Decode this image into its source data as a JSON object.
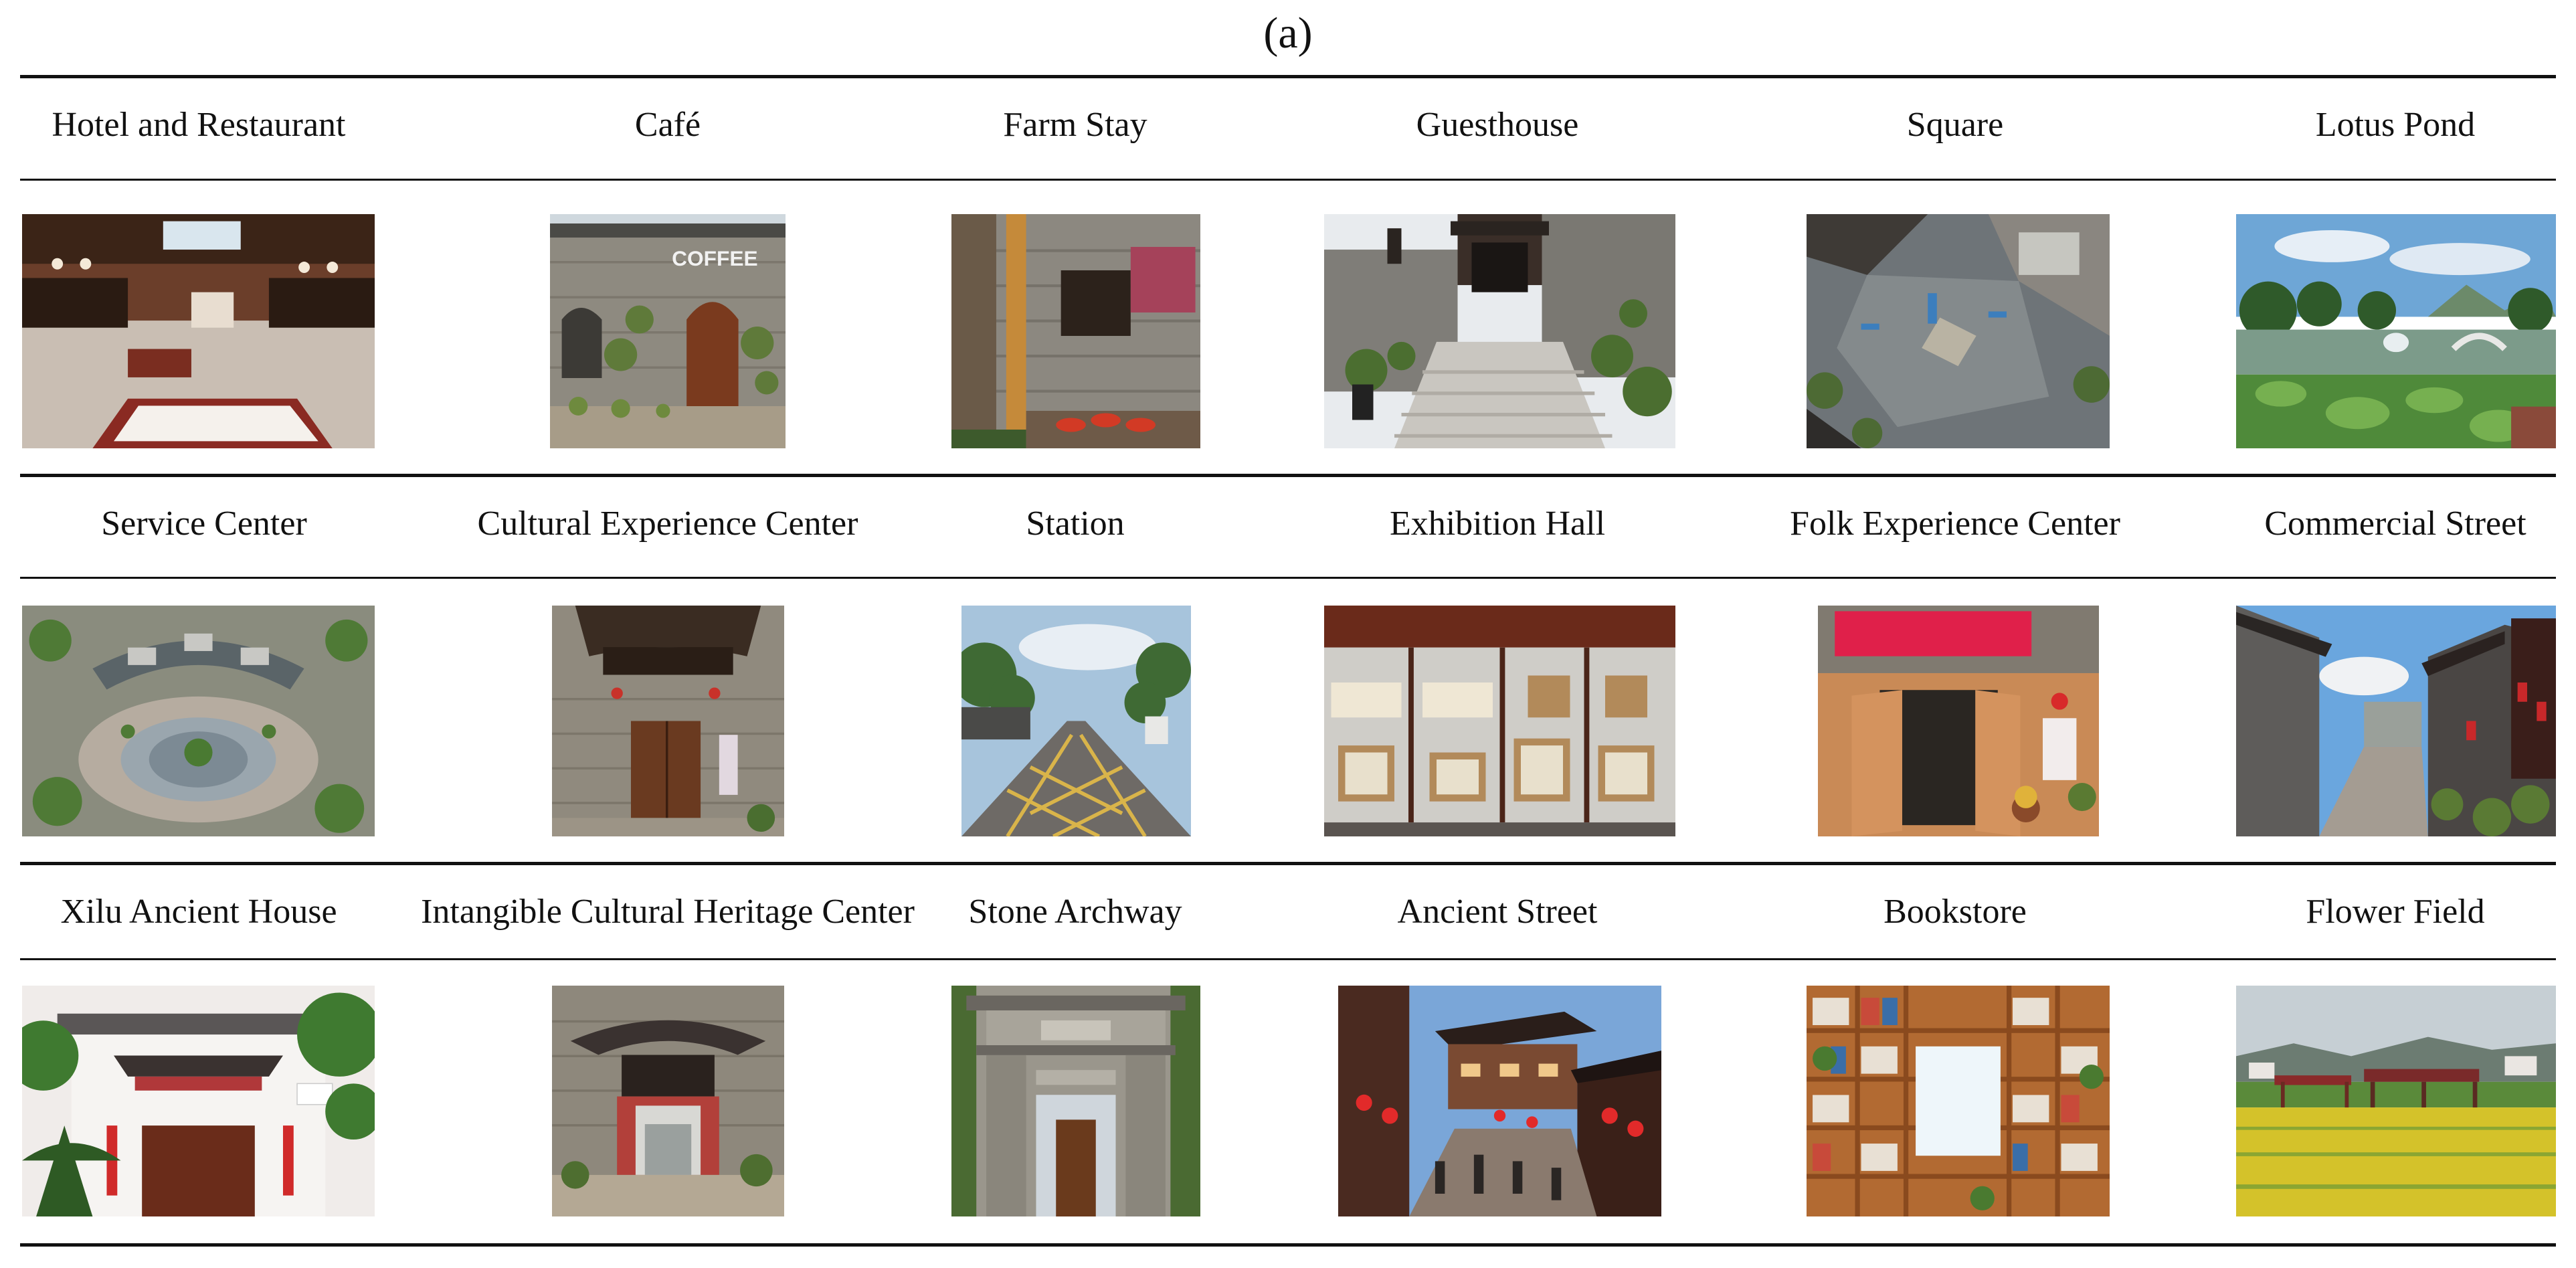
{
  "figure": {
    "panel_label": "(a)"
  },
  "rows": [
    {
      "items": [
        {
          "label": "Hotel and Restaurant",
          "icon": "hotel-restaurant-photo"
        },
        {
          "label": "Café",
          "icon": "cafe-photo"
        },
        {
          "label": "Farm Stay",
          "icon": "farm-stay-photo"
        },
        {
          "label": "Guesthouse",
          "icon": "guesthouse-photo"
        },
        {
          "label": "Square",
          "icon": "square-photo"
        },
        {
          "label": "Lotus Pond",
          "icon": "lotus-pond-photo"
        }
      ]
    },
    {
      "items": [
        {
          "label": "Service Center",
          "icon": "service-center-photo"
        },
        {
          "label": "Cultural Experience Center",
          "icon": "cultural-experience-center-photo"
        },
        {
          "label": "Station",
          "icon": "station-photo"
        },
        {
          "label": "Exhibition Hall",
          "icon": "exhibition-hall-photo"
        },
        {
          "label": "Folk Experience Center",
          "icon": "folk-experience-center-photo"
        },
        {
          "label": "Commercial Street",
          "icon": "commercial-street-photo"
        }
      ]
    },
    {
      "items": [
        {
          "label": "Xilu Ancient House",
          "icon": "xilu-ancient-house-photo"
        },
        {
          "label": "Intangible Cultural Heritage Center",
          "icon": "intangible-heritage-center-photo"
        },
        {
          "label": "Stone Archway",
          "icon": "stone-archway-photo"
        },
        {
          "label": "Ancient Street",
          "icon": "ancient-street-photo"
        },
        {
          "label": "Bookstore",
          "icon": "bookstore-photo"
        },
        {
          "label": "Flower Field",
          "icon": "flower-field-photo"
        }
      ]
    }
  ],
  "sign_text": {
    "cafe": "COFFEE"
  }
}
